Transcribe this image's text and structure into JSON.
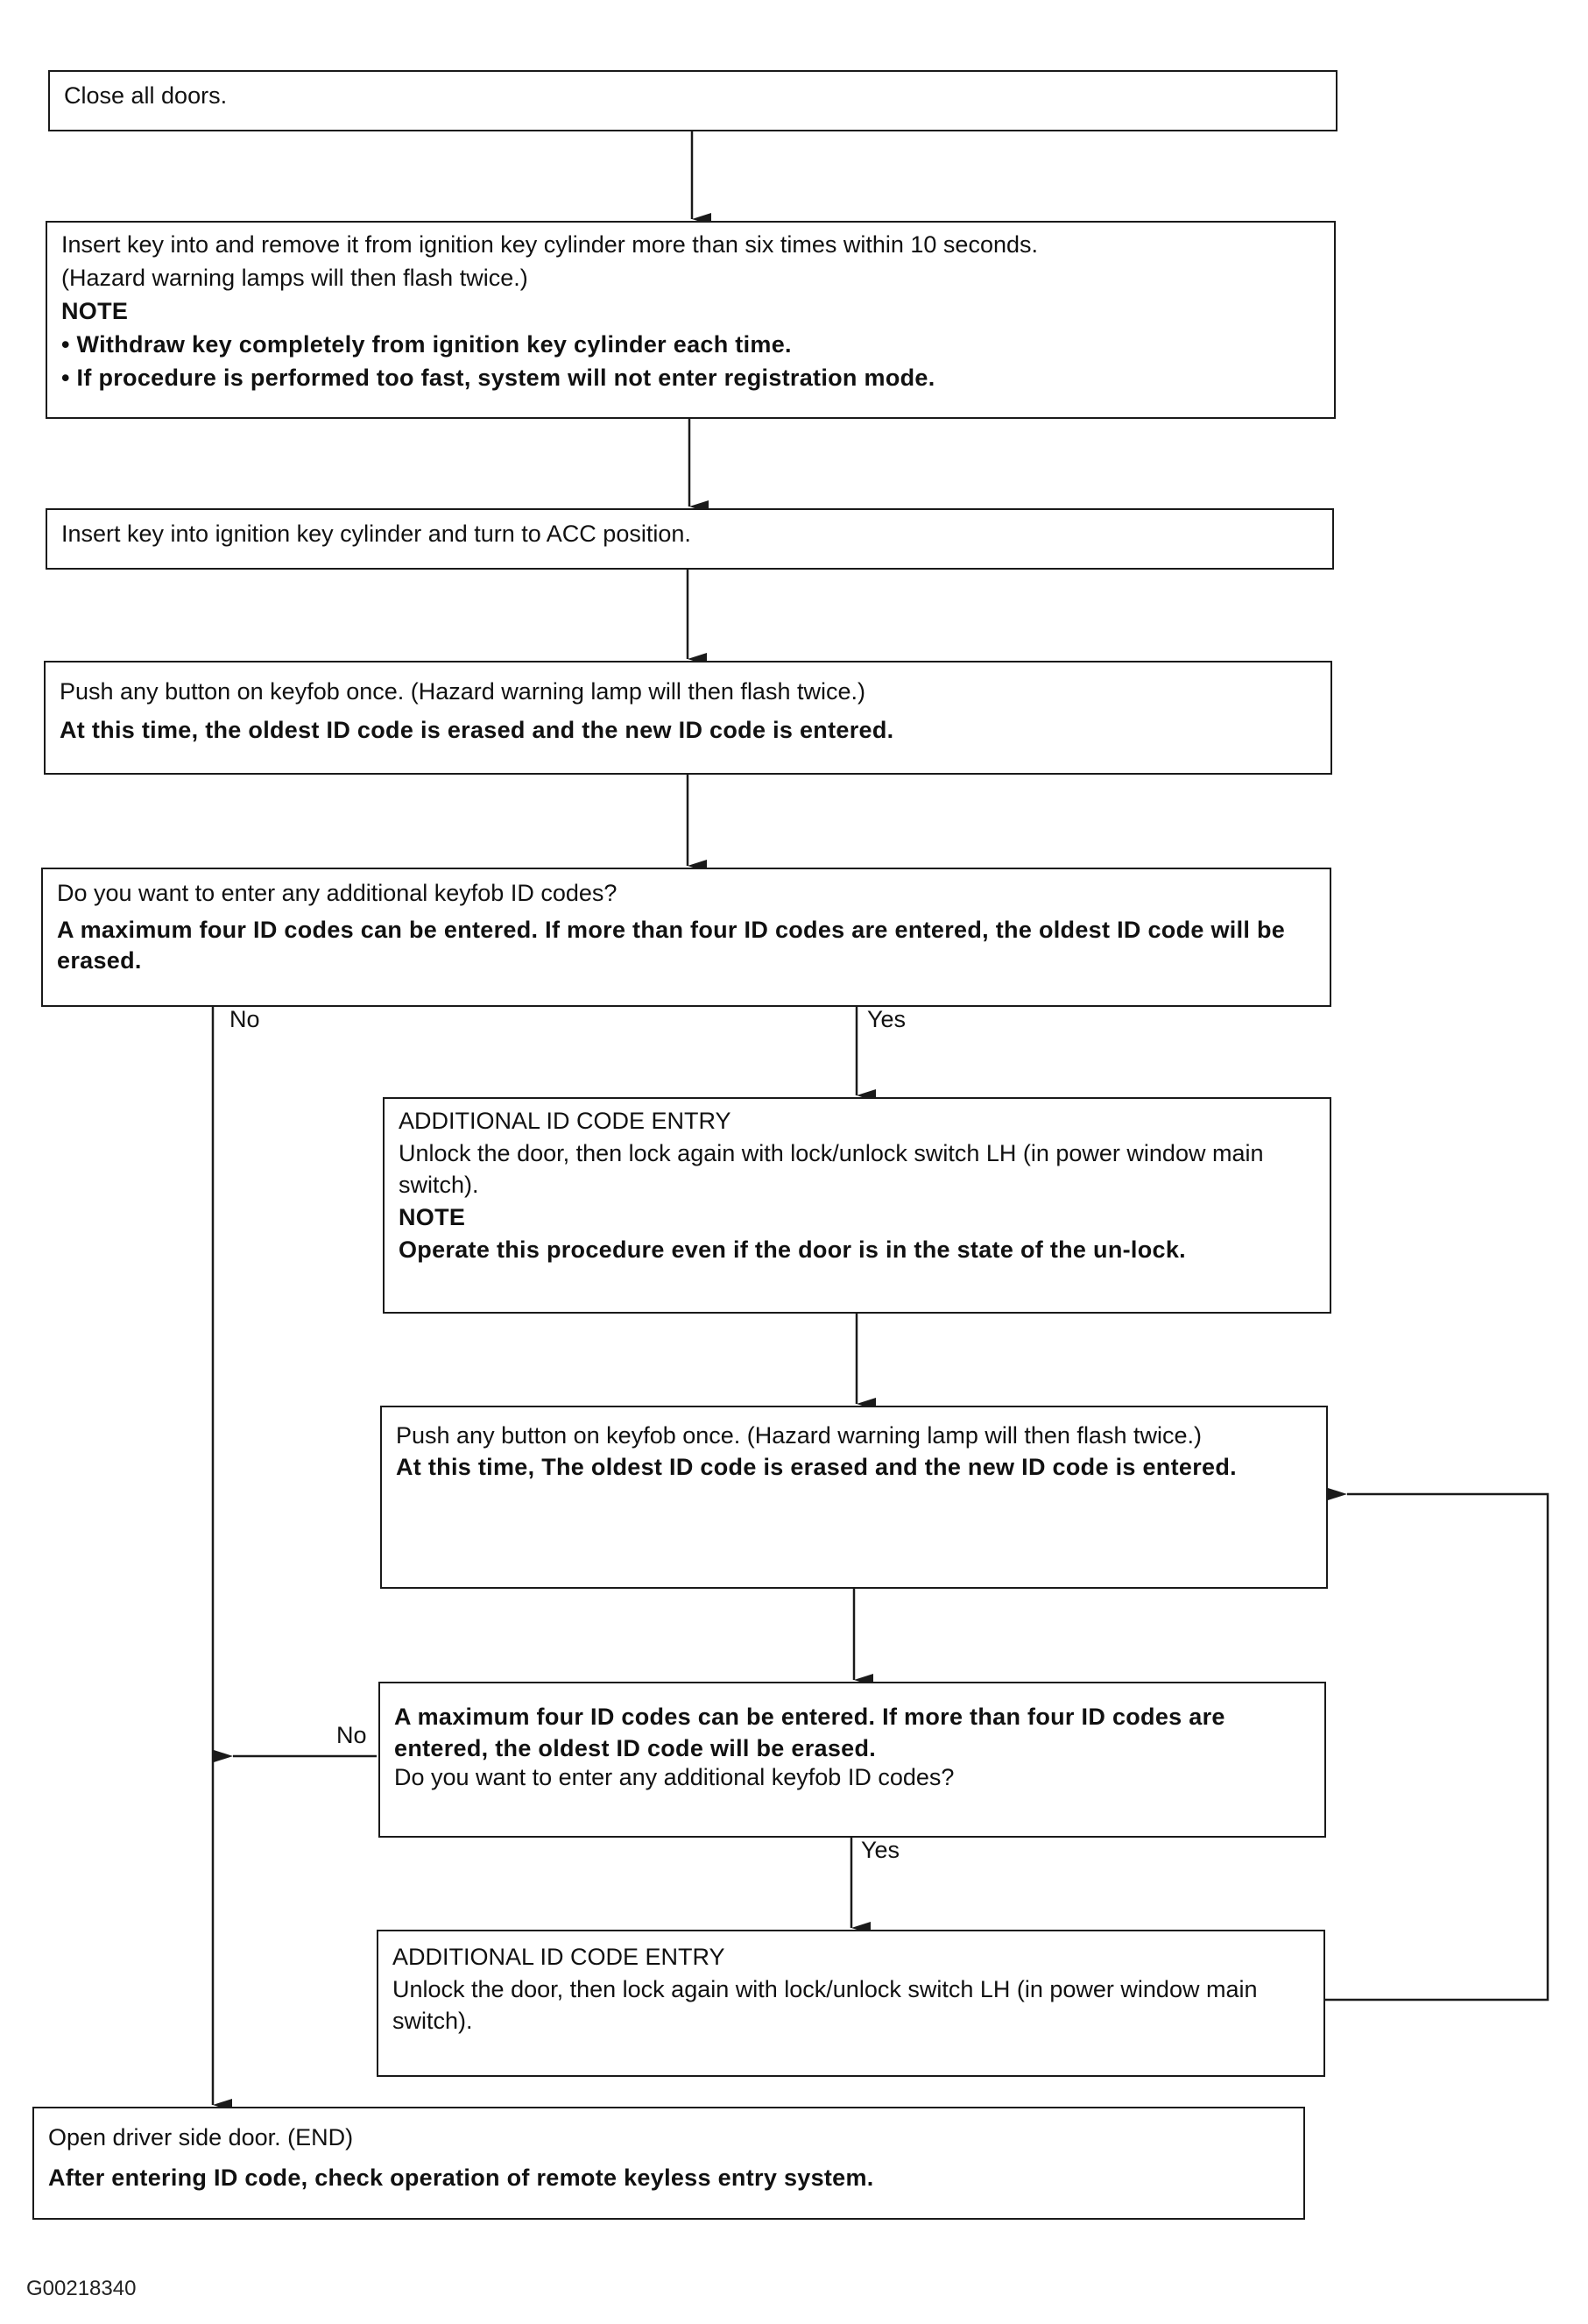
{
  "steps": {
    "s1": {
      "text": "Close all doors."
    },
    "s2": {
      "line1": "Insert key into and remove it from ignition key cylinder more than six times within 10 seconds.",
      "line2": "(Hazard warning lamps will then flash twice.)",
      "note_heading": "NOTE",
      "bullet1": "• Withdraw key completely from ignition key cylinder each time.",
      "bullet2": "• If procedure is performed too fast, system will not enter registration mode."
    },
    "s3": {
      "text": "Insert key into ignition key cylinder and turn to ACC position."
    },
    "s4": {
      "line1": "Push any button on keyfob once. (Hazard warning lamp will then flash twice.)",
      "bold": "At this time, the oldest ID code is erased and the new ID code is entered."
    },
    "s5": {
      "line1": "Do you want to enter any additional keyfob ID codes?",
      "bold": "A maximum four ID codes can be entered. If more than four ID codes are entered, the oldest ID code will be erased."
    },
    "s6": {
      "title": "ADDITIONAL ID CODE ENTRY",
      "line1": "Unlock the door, then lock again with lock/unlock switch LH (in power window main switch).",
      "note_heading": "NOTE",
      "bold": "Operate this procedure even if the door is in the state of the un-lock."
    },
    "s7": {
      "line1": "Push any button on keyfob once. (Hazard warning lamp will then flash twice.)",
      "bold": "At this time, The oldest ID code is erased and the new ID code is entered."
    },
    "s8": {
      "bold": "A maximum four ID codes can be entered. If more than four ID codes are entered, the oldest ID code will be erased.",
      "line1": "Do you want to enter any additional keyfob ID codes?"
    },
    "s9": {
      "title": "ADDITIONAL ID CODE ENTRY",
      "line1": "Unlock the door, then lock again with lock/unlock switch LH (in power window main switch)."
    },
    "s10": {
      "line1": "Open driver side door. (END)",
      "bold": "After entering ID code, check operation of remote keyless entry system."
    }
  },
  "labels": {
    "no_1": "No",
    "yes_1": "Yes",
    "no_2": "No",
    "yes_2": "Yes"
  },
  "figure_id": "G00218340"
}
